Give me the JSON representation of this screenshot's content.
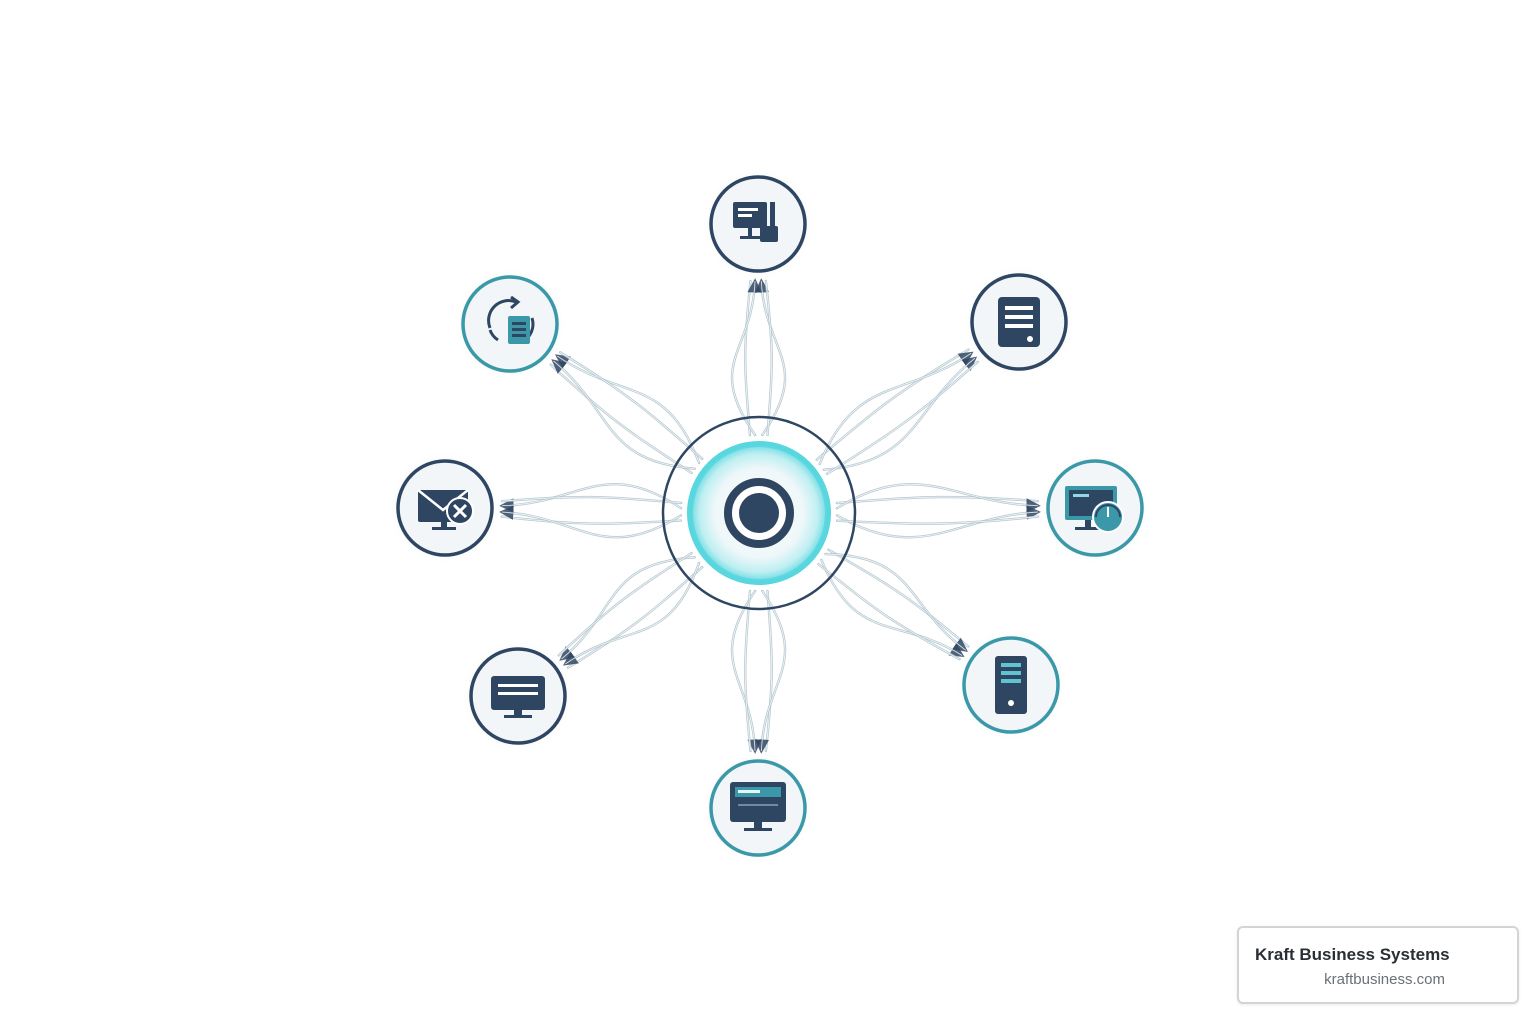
{
  "colors": {
    "navy": "#2f4662",
    "teal": "#3a98a8",
    "cyan": "#4fd4dd",
    "connector": "#a9bfc9",
    "node_fill": "#f3f6f8"
  },
  "hub": {
    "icon": "target-icon"
  },
  "nodes": [
    {
      "id": "top",
      "icon": "desktop-workstation-icon",
      "ring": "navy",
      "arrow": "in"
    },
    {
      "id": "top-right",
      "icon": "document-icon",
      "ring": "navy",
      "arrow": "in"
    },
    {
      "id": "right",
      "icon": "monitor-dashboard-icon",
      "ring": "teal",
      "arrow": "in"
    },
    {
      "id": "bottom-right",
      "icon": "server-tower-icon",
      "ring": "teal",
      "arrow": "in"
    },
    {
      "id": "bottom",
      "icon": "monitor-icon",
      "ring": "teal",
      "arrow": "in"
    },
    {
      "id": "bottom-left",
      "icon": "display-icon",
      "ring": "navy",
      "arrow": "in"
    },
    {
      "id": "left",
      "icon": "email-icon",
      "ring": "navy",
      "arrow": "in"
    },
    {
      "id": "top-left",
      "icon": "sync-document-icon",
      "ring": "teal",
      "arrow": "in"
    }
  ],
  "watermark": {
    "company": "Kraft Business Systems",
    "url": "kraftbusiness.com"
  }
}
